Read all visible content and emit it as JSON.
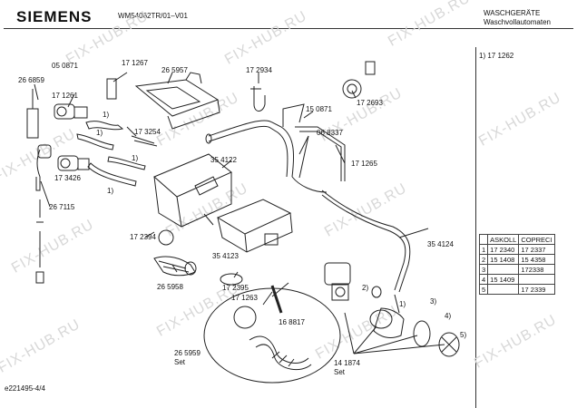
{
  "header": {
    "brand": "SIEMENS",
    "model": "WM54062TR/01–V01",
    "category_line1": "WASCHGERÄTE",
    "category_line2": "Waschvollautomaten"
  },
  "footnote": "1)  17 1262",
  "doc_id": "e221495-4/4",
  "watermark": "FIX-HUB.RU",
  "part_labels": [
    {
      "id": "l-050871",
      "text": "05 0871"
    },
    {
      "id": "l-171267",
      "text": "17 1267"
    },
    {
      "id": "l-265957",
      "text": "26 5957"
    },
    {
      "id": "l-172934",
      "text": "17 2934"
    },
    {
      "id": "l-266859",
      "text": "26 6859"
    },
    {
      "id": "l-171261",
      "text": "17 1261"
    },
    {
      "id": "l-172693",
      "text": "17 2693"
    },
    {
      "id": "l-150871",
      "text": "15 0871"
    },
    {
      "id": "l-n1a",
      "text": "1)"
    },
    {
      "id": "l-n1b",
      "text": "1)"
    },
    {
      "id": "l-173254",
      "text": "17 3254"
    },
    {
      "id": "l-068337",
      "text": "06 8337"
    },
    {
      "id": "l-n1c",
      "text": "1)"
    },
    {
      "id": "l-354122",
      "text": "35 4122"
    },
    {
      "id": "l-171265",
      "text": "17 1265"
    },
    {
      "id": "l-173426",
      "text": "17 3426"
    },
    {
      "id": "l-n1d",
      "text": "1)"
    },
    {
      "id": "l-267115",
      "text": "26 7115"
    },
    {
      "id": "l-172394",
      "text": "17 2394"
    },
    {
      "id": "l-354123",
      "text": "35 4123"
    },
    {
      "id": "l-354124",
      "text": "35 4124"
    },
    {
      "id": "l-265958",
      "text": "26 5958"
    },
    {
      "id": "l-172395",
      "text": "17 2395"
    },
    {
      "id": "l-171263",
      "text": "17 1263"
    },
    {
      "id": "l-168817",
      "text": "16 8817"
    },
    {
      "id": "l-265959",
      "text": "26 5959"
    },
    {
      "id": "l-set1",
      "text": "Set"
    },
    {
      "id": "l-141874",
      "text": "14 1874"
    },
    {
      "id": "l-set2",
      "text": "Set"
    },
    {
      "id": "l-c1",
      "text": "1)"
    },
    {
      "id": "l-c2",
      "text": "2)"
    },
    {
      "id": "l-c3",
      "text": "3)"
    },
    {
      "id": "l-c4",
      "text": "4)"
    },
    {
      "id": "l-c5",
      "text": "5)"
    }
  ],
  "table": {
    "headers": [
      "ASKOLL",
      "COPRECI"
    ],
    "rows": [
      {
        "n": "1",
        "askoll": "17 2340",
        "copreci": "17 2337"
      },
      {
        "n": "2",
        "askoll": "15 1408",
        "copreci": "15 4358"
      },
      {
        "n": "3",
        "askoll": "",
        "copreci": "172338"
      },
      {
        "n": "4",
        "askoll": "15 1409",
        "copreci": ""
      },
      {
        "n": "5",
        "askoll": "",
        "copreci": "17 2339"
      }
    ]
  }
}
